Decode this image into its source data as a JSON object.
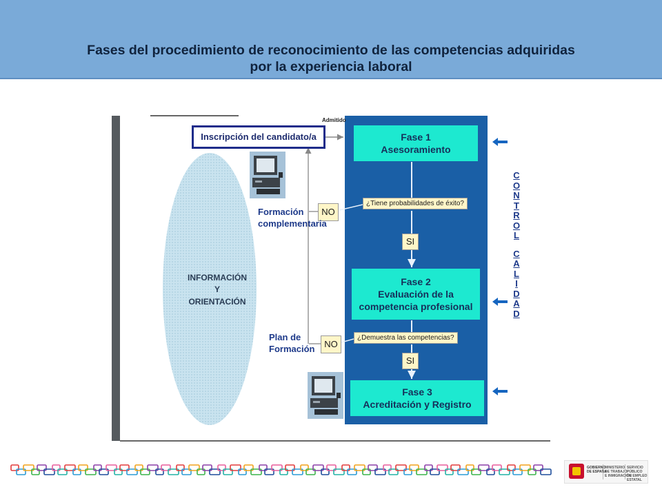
{
  "header": {
    "title_line1": "Fases del procedimiento de reconocimiento de las competencias adquiridas",
    "title_line2": "por la experiencia laboral",
    "background": "#7aaad8"
  },
  "diagram": {
    "admitido": "Admitido",
    "inscripcion": "Inscripción del candidato/a",
    "ellipse": {
      "line1": "INFORMACIÓN",
      "line2": "Y",
      "line3": "ORIENTACIÓN"
    },
    "phase1": {
      "line1": "Fase 1",
      "line2": "Asesoramiento"
    },
    "question1": "¿Tiene probabilidades de éxito?",
    "si1": "SI",
    "no1": "NO",
    "formacion": {
      "line1": "Formación",
      "line2": "complementaria"
    },
    "phase2": {
      "line1": "Fase 2",
      "line2": "Evaluación de la",
      "line3": "competencia profesional"
    },
    "question2": "¿Demuestra las competencias?",
    "si2": "SI",
    "no2": "NO",
    "plan": {
      "line1": "Plan de",
      "line2": "Formación"
    },
    "phase3": {
      "line1": "Fase 3",
      "line2": "Acreditación y Registro"
    },
    "control": [
      "C",
      "O",
      "N",
      "T",
      "R",
      "O",
      "L"
    ],
    "calidad": [
      "C",
      "A",
      "L",
      "I",
      "D",
      "A",
      "D"
    ],
    "colors": {
      "panel": "#1a5fa6",
      "phase": "#1de9d0",
      "question": "#fff6c8",
      "arrow": "#1565c0"
    }
  },
  "footer": {
    "logo": {
      "gobierno_line1": "GOBIERNO",
      "gobierno_line2": "DE ESPAÑA",
      "ministerio_line1": "MINISTERIO",
      "ministerio_line2": "DE TRABAJO",
      "ministerio_line3": "E INMIGRACIÓN",
      "instituto_line1": "SERVICIO PÚBLICO",
      "instituto_line2": "DE EMPLEO ESTATAL"
    }
  }
}
